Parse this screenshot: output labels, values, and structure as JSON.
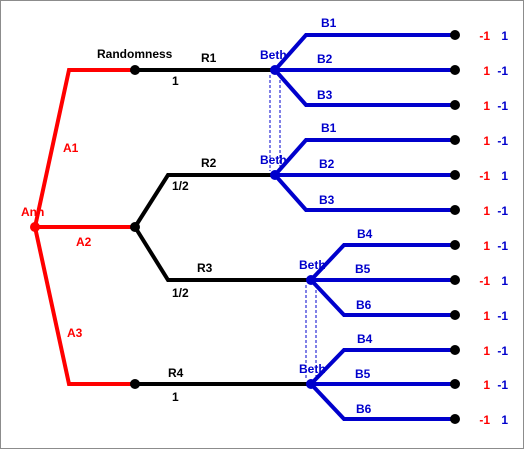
{
  "colors": {
    "red": "#ff0000",
    "blue": "#0000cc",
    "black": "#000000",
    "frame": "#8c8c8c"
  },
  "players": {
    "ann": "Ann",
    "beth": "Beth",
    "randomness": "Randomness"
  },
  "moves": {
    "a1": "A1",
    "a2": "A2",
    "a3": "A3",
    "r1": "R1",
    "r2": "R2",
    "r3": "R3",
    "r4": "R4",
    "b1": "B1",
    "b2": "B2",
    "b3": "B3",
    "b4": "B4",
    "b5": "B5",
    "b6": "B6"
  },
  "probabilities": {
    "r1": "1",
    "r2": "1/2",
    "r3": "1/2",
    "r4": "1"
  },
  "payoffs": [
    {
      "ann": "-1",
      "beth": "1"
    },
    {
      "ann": "1",
      "beth": "-1"
    },
    {
      "ann": "1",
      "beth": "-1"
    },
    {
      "ann": "1",
      "beth": "-1"
    },
    {
      "ann": "-1",
      "beth": "1"
    },
    {
      "ann": "1",
      "beth": "-1"
    },
    {
      "ann": "1",
      "beth": "-1"
    },
    {
      "ann": "-1",
      "beth": "1"
    },
    {
      "ann": "1",
      "beth": "-1"
    },
    {
      "ann": "1",
      "beth": "-1"
    },
    {
      "ann": "1",
      "beth": "-1"
    },
    {
      "ann": "-1",
      "beth": "1"
    }
  ]
}
